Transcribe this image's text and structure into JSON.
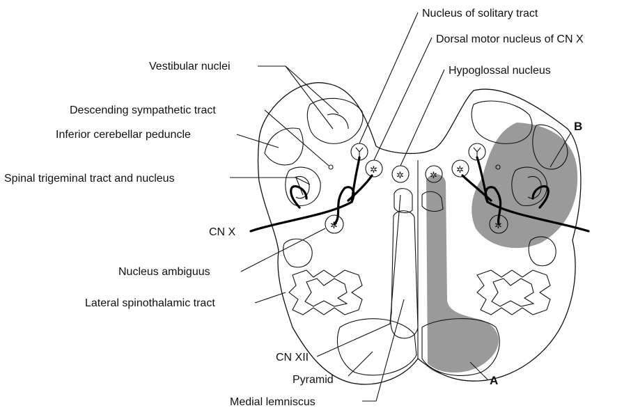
{
  "labels": {
    "nucleus_solitary_tract": "Nucleus of solitary tract",
    "dorsal_motor_nucleus": "Dorsal motor nucleus of CN X",
    "hypoglossal_nucleus": "Hypoglossal nucleus",
    "vestibular_nuclei": "Vestibular nuclei",
    "descending_sympathetic_tract": "Descending sympathetic tract",
    "inferior_cerebellar_peduncle": "Inferior cerebellar peduncle",
    "spinal_trigeminal": "Spinal trigeminal tract and nucleus",
    "cn_x": "CN X",
    "nucleus_ambiguus": "Nucleus ambiguus",
    "lateral_spinothalamic": "Lateral spinothalamic tract",
    "cn_xii": "CN XII",
    "pyramid": "Pyramid",
    "medial_lemniscus": "Medial lemniscus",
    "lesion_a": "A",
    "lesion_b": "B"
  },
  "colors": {
    "lesion_shade": "#9a9a9a",
    "outline": "#111111"
  }
}
